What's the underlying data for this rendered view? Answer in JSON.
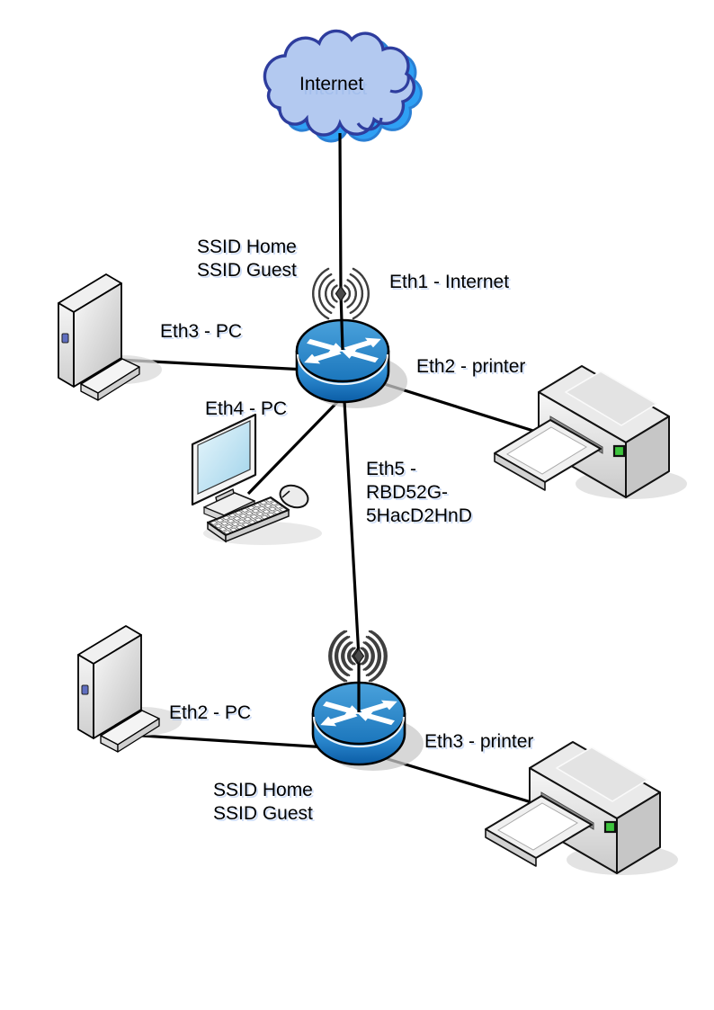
{
  "diagram": {
    "type": "network-topology",
    "labels": {
      "internet": "Internet",
      "router1_ssid1": "SSID Home",
      "router1_ssid2": "SSID Guest",
      "eth1_internet": "Eth1 - Internet",
      "eth3_pc": "Eth3 - PC",
      "eth2_printer": "Eth2 - printer",
      "eth4_pc": "Eth4 - PC",
      "eth5_line1": "Eth5 -",
      "eth5_line2": "RBD52G-",
      "eth5_line3": "5HacD2HnD",
      "eth2_pc": "Eth2 - PC",
      "eth3_printer": "Eth3 - printer",
      "router2_ssid1": "SSID Home",
      "router2_ssid2": "SSID Guest"
    },
    "nodes": [
      {
        "id": "internet-cloud",
        "type": "cloud",
        "label": "Internet"
      },
      {
        "id": "router-1",
        "type": "wireless-router",
        "ssids": [
          "SSID Home",
          "SSID Guest"
        ]
      },
      {
        "id": "pc-tower-1",
        "type": "desktop-tower"
      },
      {
        "id": "pc-desktop",
        "type": "desktop-computer"
      },
      {
        "id": "printer-1",
        "type": "printer"
      },
      {
        "id": "router-2",
        "type": "wireless-router",
        "ssids": [
          "SSID Home",
          "SSID Guest"
        ]
      },
      {
        "id": "pc-tower-2",
        "type": "desktop-tower"
      },
      {
        "id": "printer-2",
        "type": "printer"
      }
    ],
    "connections": [
      {
        "from": "internet-cloud",
        "to": "router-1",
        "label": "Eth1 - Internet"
      },
      {
        "from": "router-1",
        "to": "pc-tower-1",
        "label": "Eth3 - PC"
      },
      {
        "from": "router-1",
        "to": "printer-1",
        "label": "Eth2 - printer"
      },
      {
        "from": "router-1",
        "to": "pc-desktop",
        "label": "Eth4 - PC"
      },
      {
        "from": "router-1",
        "to": "router-2",
        "label": "Eth5 - RBD52G-5HacD2HnD"
      },
      {
        "from": "router-2",
        "to": "pc-tower-2",
        "label": "Eth2 - PC"
      },
      {
        "from": "router-2",
        "to": "printer-2",
        "label": "Eth3 - printer"
      }
    ],
    "colors": {
      "cloud_fill": "#b3c9f0",
      "cloud_stroke": "#2e3d9e",
      "cloud_shadow": "#2fa0f4",
      "router_blue_light": "#54abe6",
      "router_blue_dark": "#0b5da6",
      "line": "#000000",
      "power_button_green": "#3ec43e",
      "tower_button_blue": "#5f6ec0",
      "label_text": "#000000"
    }
  }
}
